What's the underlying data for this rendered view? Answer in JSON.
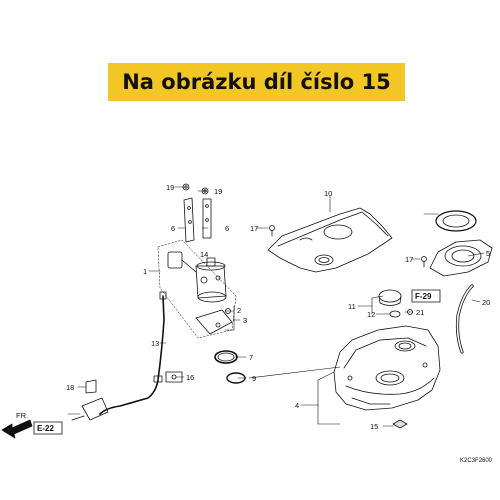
{
  "banner": {
    "text": "Na obrázku díl číslo 15",
    "color": "#f2c624"
  },
  "diagram": {
    "code": "K2C3F2600",
    "direction_label": "FR.",
    "refs": {
      "e22": "E-22",
      "f29": "F-29"
    },
    "callouts": {
      "c1": "1",
      "c2": "2",
      "c3": "3",
      "c4": "4",
      "c5": "5",
      "c6a": "6",
      "c6b": "6",
      "c7": "7",
      "c9": "9",
      "c10": "10",
      "c11": "11",
      "c12": "12",
      "c13": "13",
      "c14": "14",
      "c15": "15",
      "c16": "16",
      "c17a": "17",
      "c17b": "17",
      "c18": "18",
      "c19a": "19",
      "c19b": "19",
      "c20": "20",
      "c21": "21"
    }
  }
}
